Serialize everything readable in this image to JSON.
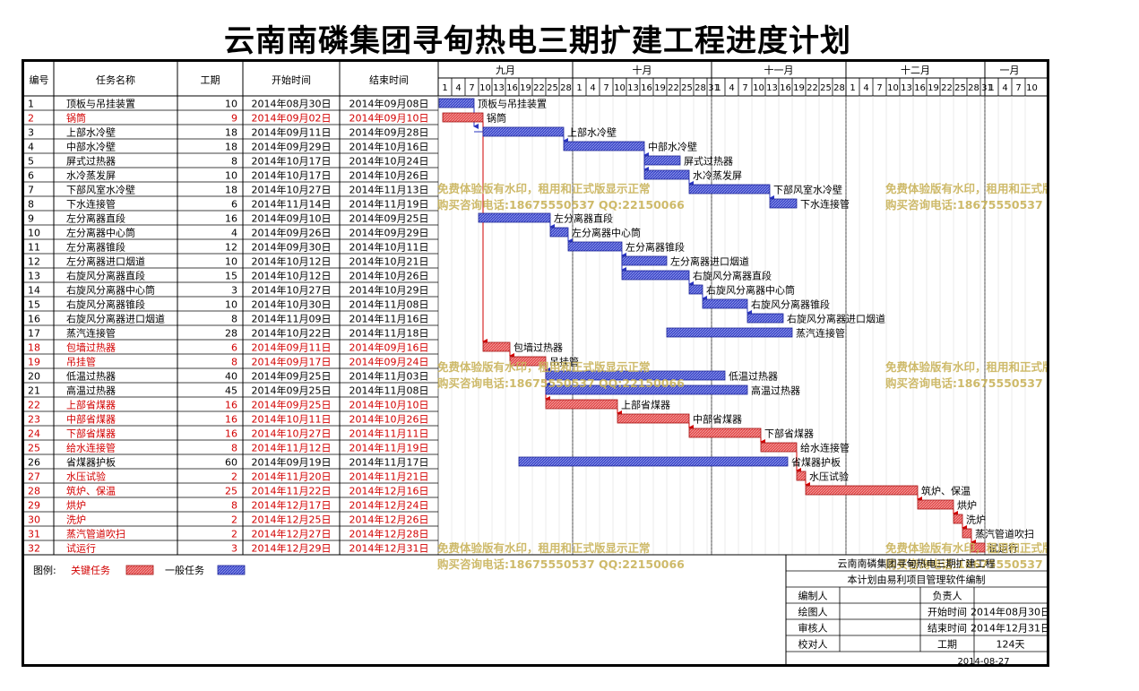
{
  "page_title": "云南南磷集团寻甸热电三期扩建工程进度计划",
  "columns": [
    "编号",
    "任务名称",
    "工期",
    "开始时间",
    "结束时间"
  ],
  "months": [
    "九月",
    "十月",
    "十一月",
    "十二月",
    "一月"
  ],
  "colors": {
    "critical_fill": "#e44a4a",
    "critical_text": "#d20000",
    "normal_fill": "#3b46c8",
    "normal_text": "#000000",
    "watermark": "#c9b25a",
    "grid": "#c8c8c8"
  },
  "chart_data": {
    "type": "gantt",
    "axis_start": "2014-09-01",
    "axis_end": "2015-01-11",
    "tick_step_days": 3,
    "tasks": [
      {
        "id": "1",
        "name": "顶板与吊挂装置",
        "duration": "10",
        "start": "2014年08月30日",
        "end": "2014年09月08日",
        "start_date": "2014-08-30",
        "end_date": "2014-09-08",
        "critical": false
      },
      {
        "id": "2",
        "name": "锅筒",
        "duration": "9",
        "start": "2014年09月02日",
        "end": "2014年09月10日",
        "start_date": "2014-09-02",
        "end_date": "2014-09-10",
        "critical": true
      },
      {
        "id": "3",
        "name": "上部水冷壁",
        "duration": "18",
        "start": "2014年09月11日",
        "end": "2014年09月28日",
        "start_date": "2014-09-11",
        "end_date": "2014-09-28",
        "critical": false
      },
      {
        "id": "4",
        "name": "中部水冷壁",
        "duration": "18",
        "start": "2014年09月29日",
        "end": "2014年10月16日",
        "start_date": "2014-09-29",
        "end_date": "2014-10-16",
        "critical": false
      },
      {
        "id": "5",
        "name": "屏式过热器",
        "duration": "8",
        "start": "2014年10月17日",
        "end": "2014年10月24日",
        "start_date": "2014-10-17",
        "end_date": "2014-10-24",
        "critical": false
      },
      {
        "id": "6",
        "name": "水冷蒸发屏",
        "duration": "10",
        "start": "2014年10月17日",
        "end": "2014年10月26日",
        "start_date": "2014-10-17",
        "end_date": "2014-10-26",
        "critical": false
      },
      {
        "id": "7",
        "name": "下部风室水冷壁",
        "duration": "18",
        "start": "2014年10月27日",
        "end": "2014年11月13日",
        "start_date": "2014-10-27",
        "end_date": "2014-11-13",
        "critical": false
      },
      {
        "id": "8",
        "name": "下水连接管",
        "duration": "6",
        "start": "2014年11月14日",
        "end": "2014年11月19日",
        "start_date": "2014-11-14",
        "end_date": "2014-11-19",
        "critical": false
      },
      {
        "id": "9",
        "name": "左分离器直段",
        "duration": "16",
        "start": "2014年09月10日",
        "end": "2014年09月25日",
        "start_date": "2014-09-10",
        "end_date": "2014-09-25",
        "critical": false
      },
      {
        "id": "10",
        "name": "左分离器中心筒",
        "duration": "4",
        "start": "2014年09月26日",
        "end": "2014年09月29日",
        "start_date": "2014-09-26",
        "end_date": "2014-09-29",
        "critical": false
      },
      {
        "id": "11",
        "name": "左分离器锥段",
        "duration": "12",
        "start": "2014年09月30日",
        "end": "2014年10月11日",
        "start_date": "2014-09-30",
        "end_date": "2014-10-11",
        "critical": false
      },
      {
        "id": "12",
        "name": "左分离器进口烟道",
        "duration": "10",
        "start": "2014年10月12日",
        "end": "2014年10月21日",
        "start_date": "2014-10-12",
        "end_date": "2014-10-21",
        "critical": false
      },
      {
        "id": "13",
        "name": "右旋风分离器直段",
        "duration": "15",
        "start": "2014年10月12日",
        "end": "2014年10月26日",
        "start_date": "2014-10-12",
        "end_date": "2014-10-26",
        "critical": false
      },
      {
        "id": "14",
        "name": "右旋风分离器中心筒",
        "duration": "3",
        "start": "2014年10月27日",
        "end": "2014年10月29日",
        "start_date": "2014-10-27",
        "end_date": "2014-10-29",
        "critical": false
      },
      {
        "id": "15",
        "name": "右旋风分离器锥段",
        "duration": "10",
        "start": "2014年10月30日",
        "end": "2014年11月08日",
        "start_date": "2014-10-30",
        "end_date": "2014-11-08",
        "critical": false
      },
      {
        "id": "16",
        "name": "右旋风分离器进口烟道",
        "duration": "8",
        "start": "2014年11月09日",
        "end": "2014年11月16日",
        "start_date": "2014-11-09",
        "end_date": "2014-11-16",
        "critical": false
      },
      {
        "id": "17",
        "name": "蒸汽连接管",
        "duration": "28",
        "start": "2014年10月22日",
        "end": "2014年11月18日",
        "start_date": "2014-10-22",
        "end_date": "2014-11-18",
        "critical": false
      },
      {
        "id": "18",
        "name": "包墙过热器",
        "duration": "6",
        "start": "2014年09月11日",
        "end": "2014年09月16日",
        "start_date": "2014-09-11",
        "end_date": "2014-09-16",
        "critical": true
      },
      {
        "id": "19",
        "name": "吊挂管",
        "duration": "8",
        "start": "2014年09月17日",
        "end": "2014年09月24日",
        "start_date": "2014-09-17",
        "end_date": "2014-09-24",
        "critical": true
      },
      {
        "id": "20",
        "name": "低温过热器",
        "duration": "40",
        "start": "2014年09月25日",
        "end": "2014年11月03日",
        "start_date": "2014-09-25",
        "end_date": "2014-11-03",
        "critical": false
      },
      {
        "id": "21",
        "name": "高温过热器",
        "duration": "45",
        "start": "2014年09月25日",
        "end": "2014年11月08日",
        "start_date": "2014-09-25",
        "end_date": "2014-11-08",
        "critical": false
      },
      {
        "id": "22",
        "name": "上部省煤器",
        "duration": "16",
        "start": "2014年09月25日",
        "end": "2014年10月10日",
        "start_date": "2014-09-25",
        "end_date": "2014-10-10",
        "critical": true
      },
      {
        "id": "23",
        "name": "中部省煤器",
        "duration": "16",
        "start": "2014年10月11日",
        "end": "2014年10月26日",
        "start_date": "2014-10-11",
        "end_date": "2014-10-26",
        "critical": true
      },
      {
        "id": "24",
        "name": "下部省煤器",
        "duration": "16",
        "start": "2014年10月27日",
        "end": "2014年11月11日",
        "start_date": "2014-10-27",
        "end_date": "2014-11-11",
        "critical": true
      },
      {
        "id": "25",
        "name": "给水连接管",
        "duration": "8",
        "start": "2014年11月12日",
        "end": "2014年11月19日",
        "start_date": "2014-11-12",
        "end_date": "2014-11-19",
        "critical": true
      },
      {
        "id": "26",
        "name": "省煤器护板",
        "duration": "60",
        "start": "2014年09月19日",
        "end": "2014年11月17日",
        "start_date": "2014-09-19",
        "end_date": "2014-11-17",
        "critical": false
      },
      {
        "id": "27",
        "name": "水压试验",
        "duration": "2",
        "start": "2014年11月20日",
        "end": "2014年11月21日",
        "start_date": "2014-11-20",
        "end_date": "2014-11-21",
        "critical": true
      },
      {
        "id": "28",
        "name": "筑炉、保温",
        "duration": "25",
        "start": "2014年11月22日",
        "end": "2014年12月16日",
        "start_date": "2014-11-22",
        "end_date": "2014-12-16",
        "critical": true
      },
      {
        "id": "29",
        "name": "烘炉",
        "duration": "8",
        "start": "2014年12月17日",
        "end": "2014年12月24日",
        "start_date": "2014-12-17",
        "end_date": "2014-12-24",
        "critical": true
      },
      {
        "id": "30",
        "name": "洗炉",
        "duration": "2",
        "start": "2014年12月25日",
        "end": "2014年12月26日",
        "start_date": "2014-12-25",
        "end_date": "2014-12-26",
        "critical": true
      },
      {
        "id": "31",
        "name": "蒸汽管道吹扫",
        "duration": "2",
        "start": "2014年12月27日",
        "end": "2014年12月28日",
        "start_date": "2014-12-27",
        "end_date": "2014-12-28",
        "critical": true
      },
      {
        "id": "32",
        "name": "试运行",
        "duration": "3",
        "start": "2014年12月29日",
        "end": "2014年12月31日",
        "start_date": "2014-12-29",
        "end_date": "2014-12-31",
        "critical": true
      }
    ],
    "links": [
      [
        1,
        3
      ],
      [
        2,
        18
      ],
      [
        3,
        4
      ],
      [
        4,
        5
      ],
      [
        4,
        6
      ],
      [
        6,
        7
      ],
      [
        7,
        8
      ],
      [
        9,
        10
      ],
      [
        10,
        11
      ],
      [
        11,
        12
      ],
      [
        11,
        13
      ],
      [
        13,
        14
      ],
      [
        14,
        15
      ],
      [
        15,
        16
      ],
      [
        18,
        19
      ],
      [
        19,
        20
      ],
      [
        19,
        21
      ],
      [
        19,
        22
      ],
      [
        22,
        23
      ],
      [
        23,
        24
      ],
      [
        24,
        25
      ],
      [
        25,
        27
      ],
      [
        27,
        28
      ],
      [
        28,
        29
      ],
      [
        29,
        30
      ],
      [
        30,
        31
      ],
      [
        31,
        32
      ]
    ]
  },
  "legend": {
    "label": "图例:",
    "critical": "关键任务",
    "normal": "一般任务"
  },
  "watermark": {
    "line1": "免费体验版有水印，租用和正式版显示正常",
    "line2": "购买咨询电话:18675550537 QQ:22150066"
  },
  "info": {
    "project": "云南南磷集团寻甸热电三期扩建工程",
    "note": "本计划由易利项目管理软件编制",
    "rows": [
      [
        "编制人",
        "",
        "负责人",
        ""
      ],
      [
        "绘图人",
        "",
        "开始时间",
        "2014年08月30日"
      ],
      [
        "审核人",
        "",
        "结束时间",
        "2014年12月31日"
      ],
      [
        "校对人",
        "",
        "工期",
        "124天"
      ]
    ],
    "date": "2014-08-27"
  }
}
